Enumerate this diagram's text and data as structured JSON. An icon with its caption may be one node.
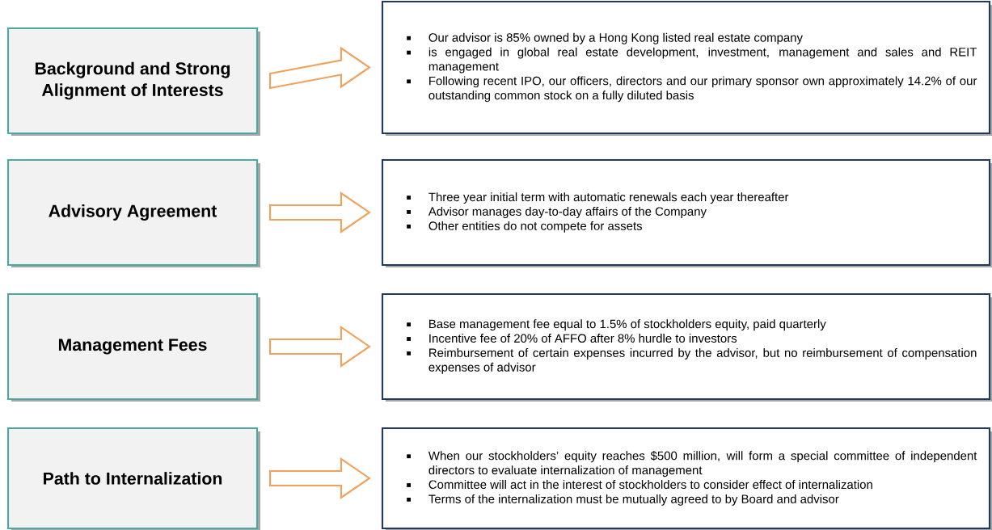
{
  "diagram": {
    "nodes": [
      {
        "text": [
          "Background and Strong Alignment of Interests"
        ]
      },
      {
        "text": [
          "Our advisor is 85% owned by a Hong Kong listed real estate company",
          "is engaged in global real estate development, investment, management and sales and REIT management",
          "Following recent IPO, our officers, directors and our primary sponsor own approximately 14.2% of our outstanding common stock on a fully diluted basis"
        ]
      },
      {
        "text": [
          "Advisory Agreement"
        ]
      },
      {
        "text": [
          "Three year initial term with automatic renewals each year thereafter",
          "Advisor manages day-to-day affairs of the Company",
          "Other entities do not compete for assets"
        ]
      },
      {
        "text": [
          "Management Fees"
        ]
      },
      {
        "text": [
          "Base management fee equal to 1.5% of stockholders equity, paid quarterly",
          "Incentive fee of 20% of AFFO after 8% hurdle to investors",
          "Reimbursement of certain expenses incurred by the advisor, but no reimbursement of compensation expenses of advisor"
        ]
      },
      {
        "text": [
          "Path to Internalization"
        ]
      },
      {
        "text": [
          "When our stockholders’ equity reaches $500 million, will form a special committee of independent directors to evaluate internalization of management",
          "Committee will act in the interest of stockholders to consider effect of internalization",
          "Terms of the internalization must be mutually agreed to by Board and advisor"
        ]
      }
    ],
    "edges": [
      {
        "from": 0,
        "to": 1,
        "arrow": "to"
      },
      {
        "from": 2,
        "to": 3,
        "arrow": "to"
      },
      {
        "from": 4,
        "to": 5,
        "arrow": "to"
      },
      {
        "from": 6,
        "to": 7,
        "arrow": "to"
      }
    ]
  }
}
